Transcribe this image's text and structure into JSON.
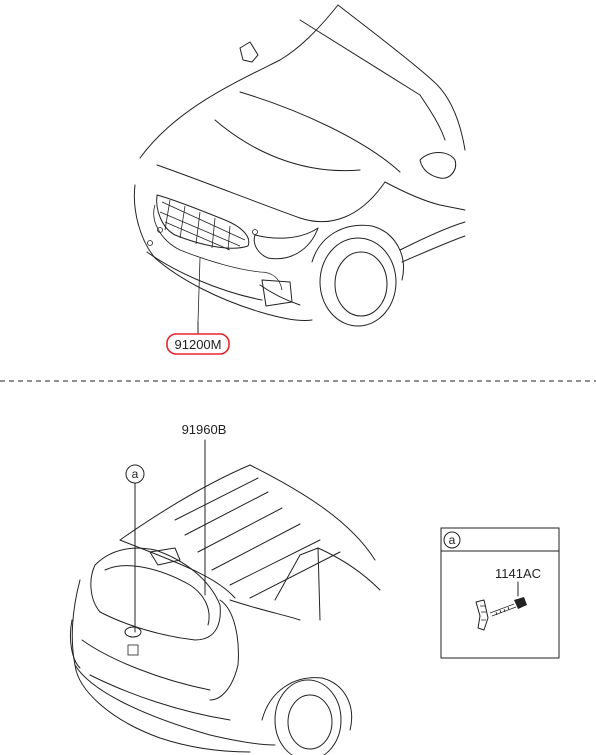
{
  "parts": {
    "front_harness_label": "91200M",
    "tailgate_harness_label": "91960B",
    "callout_marker": "a",
    "detail_marker": "a",
    "detail_part_label": "1141AC"
  },
  "colors": {
    "highlight": "#e8242b",
    "line": "#222222",
    "background": "#ffffff"
  }
}
